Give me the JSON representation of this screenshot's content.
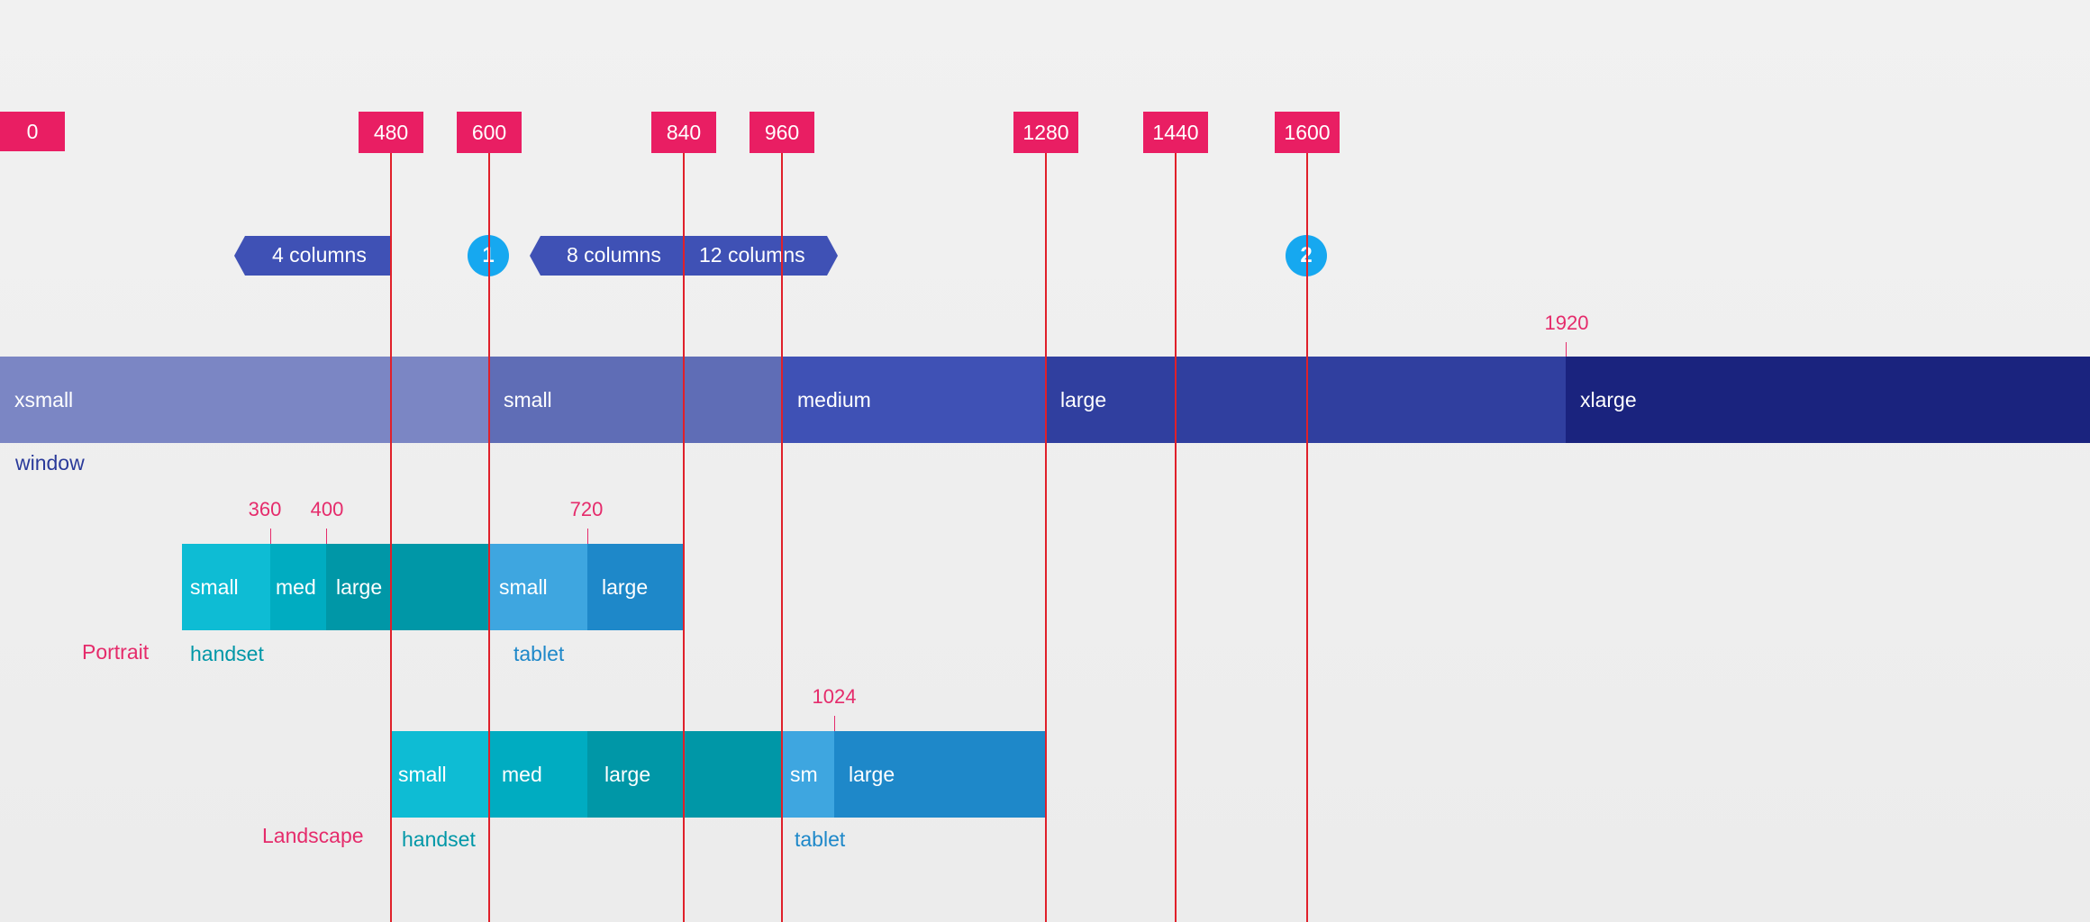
{
  "breakpoints": [
    "0",
    "480",
    "600",
    "840",
    "960",
    "1280",
    "1440",
    "1600"
  ],
  "columns": {
    "c4": "4 columns",
    "c8": "8 columns",
    "c12": "12 columns"
  },
  "badges": {
    "b1": "1",
    "b2": "2"
  },
  "window": {
    "segments": [
      "xsmall",
      "small",
      "medium",
      "large",
      "xlarge"
    ],
    "marker": "1920",
    "label": "window"
  },
  "portrait": {
    "label": "Portrait",
    "markers": [
      "360",
      "400",
      "720"
    ],
    "handset": {
      "segments": [
        "small",
        "med",
        "large"
      ],
      "label": "handset"
    },
    "tablet": {
      "segments": [
        "small",
        "large"
      ],
      "label": "tablet"
    }
  },
  "landscape": {
    "label": "Landscape",
    "marker": "1024",
    "handset": {
      "segments": [
        "small",
        "med",
        "large"
      ],
      "label": "handset"
    },
    "tablet": {
      "segments": [
        "sm",
        "large"
      ],
      "label": "tablet"
    }
  },
  "colors": {
    "breakpoint": "#e91e63",
    "window": [
      "#7b86c4",
      "#5f6db6",
      "#3f51b5",
      "#303f9f",
      "#1a237e"
    ],
    "handset": [
      "#0ebcd4",
      "#00acc1",
      "#0097a7"
    ],
    "tablet": [
      "#3ea6e0",
      "#1e88c9"
    ],
    "columns": "#3f51b5",
    "badge": "#16a8f0"
  }
}
